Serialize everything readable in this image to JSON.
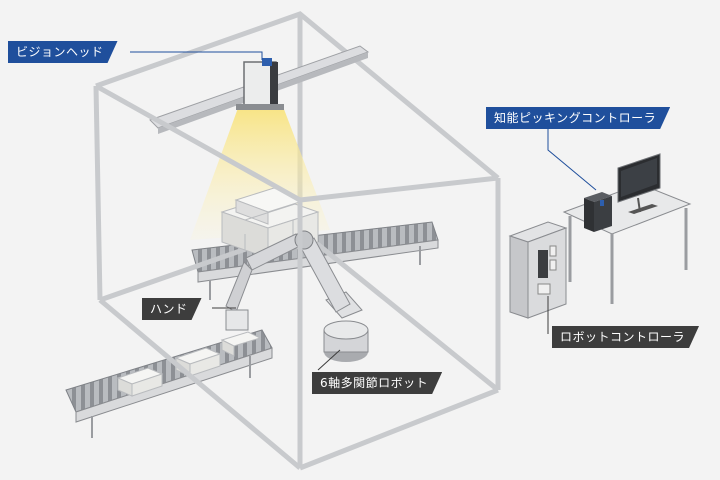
{
  "labels": {
    "vision_head": "ビジョンヘッド",
    "picking_controller": "知能ピッキングコントローラ",
    "hand": "ハンド",
    "robot_controller": "ロボットコントローラ",
    "six_axis_robot": "6軸多関節ロボット"
  },
  "colors": {
    "background": "#f3f3f3",
    "label_blue": "#1f4f9c",
    "label_dark": "#3d3d3d",
    "light_beam": "#f6e48a"
  }
}
